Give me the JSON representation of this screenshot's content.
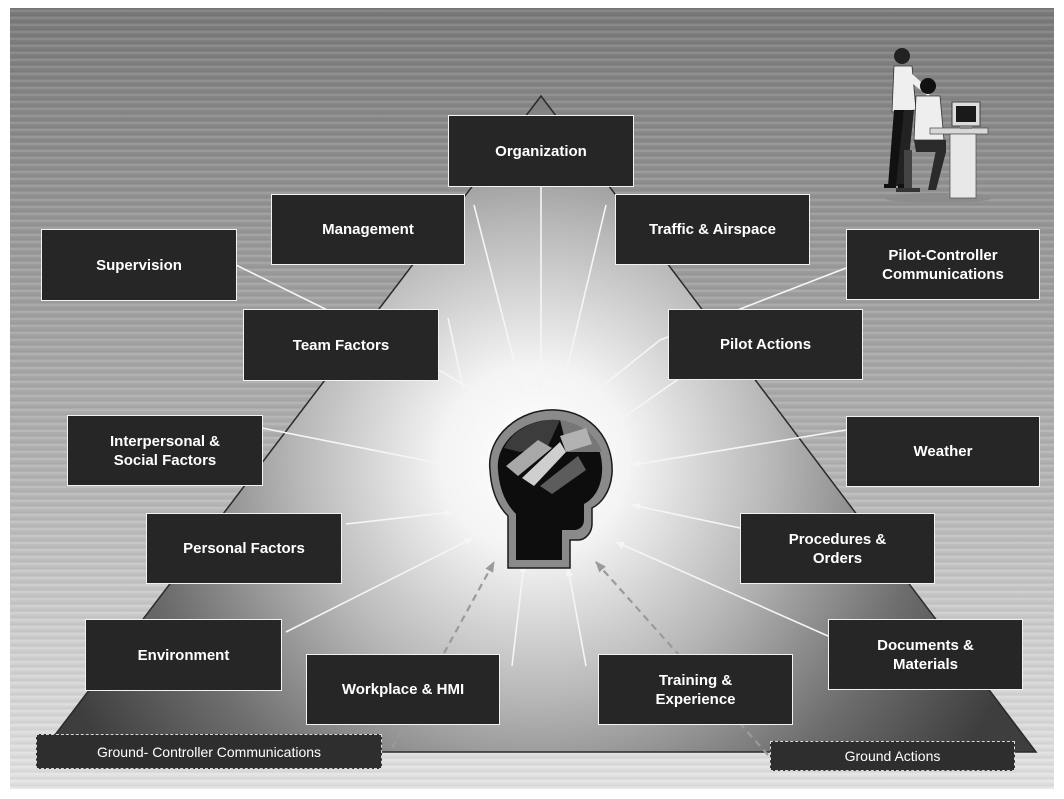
{
  "diagram": {
    "top_row": {
      "organization": "Organization",
      "management": "Management",
      "traffic_airspace": "Traffic & Airspace",
      "supervision": "Supervision",
      "pilot_controller_comms": "Pilot-Controller\nCommunications"
    },
    "middle_row": {
      "team_factors": "Team Factors",
      "pilot_actions": "Pilot Actions",
      "interpersonal_social": "Interpersonal &\nSocial Factors",
      "weather": "Weather",
      "personal_factors": "Personal Factors",
      "procedures_orders": "Procedures &\nOrders"
    },
    "bottom_row": {
      "environment": "Environment",
      "documents_materials": "Documents &\nMaterials",
      "workplace_hmi": "Workplace & HMI",
      "training_experience": "Training &\nExperience"
    },
    "dashed": {
      "ground_controller_comms": "Ground- Controller Communications",
      "ground_actions": "Ground Actions"
    },
    "icons": {
      "center": "human-head-icon",
      "corner": "operators-at-workstation-icon"
    },
    "colors": {
      "box_fill": "#262626",
      "box_border": "#f2f2f2",
      "arrow": "#f5f5f5",
      "dashed_arrow": "#9a9a9a"
    }
  }
}
